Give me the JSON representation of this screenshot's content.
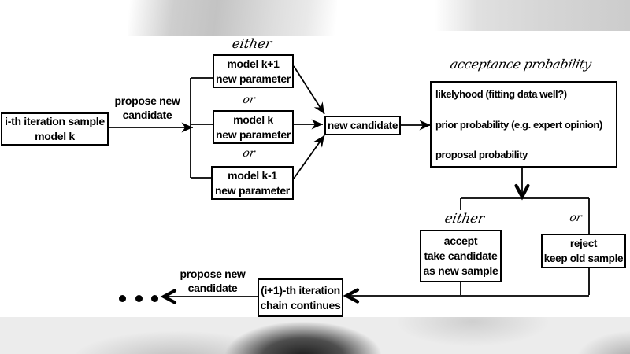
{
  "diagram": {
    "start_box": {
      "line1": "i-th iteration sample",
      "line2": "model k"
    },
    "propose_label_top": {
      "line1": "propose new",
      "line2": "candidate"
    },
    "either_top": "either",
    "or_mid": "or",
    "or_bottom": "or",
    "model_up_box": {
      "line1": "model k+1",
      "line2": "new parameter"
    },
    "model_same_box": {
      "line1": "model k",
      "line2": "new parameter"
    },
    "model_down_box": {
      "line1": "model k-1",
      "line2": "new parameter"
    },
    "new_candidate_box": "new candidate",
    "acceptance_title": "acceptance probability",
    "acceptance_box": {
      "line1": "likelyhood (fitting data well?)",
      "line2": "prior probability (e.g. expert opinion)",
      "line3": "proposal probability"
    },
    "either_bottom": "either",
    "or_right": "or",
    "accept_box": {
      "line1": "accept",
      "line2": "take candidate",
      "line3": "as new sample"
    },
    "reject_box": {
      "line1": "reject",
      "line2": "keep old sample"
    },
    "next_box": {
      "line1": "(i+1)-th iteration",
      "line2": "chain continues"
    },
    "propose_label_bottom": {
      "line1": "propose new",
      "line2": "candidate"
    },
    "ellipsis_dot_count": 3
  },
  "colors": {
    "line": "#000000",
    "box_background": "#ffffff",
    "text": "#000000"
  }
}
